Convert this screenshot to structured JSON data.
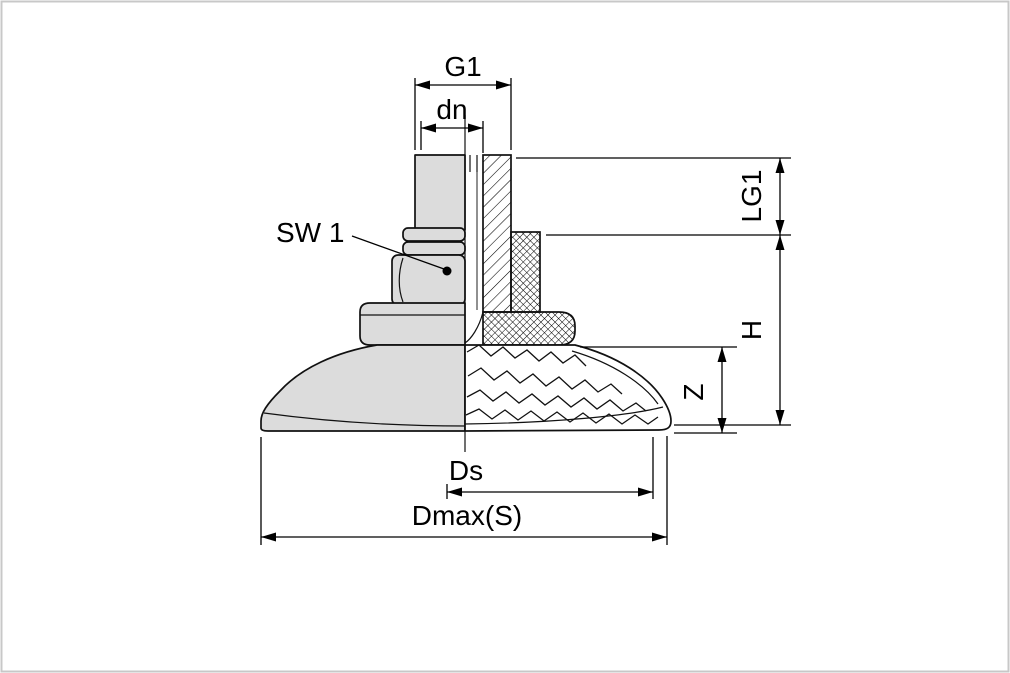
{
  "page": {
    "background": "#ffffff",
    "frame_color": "#c8c8c8"
  },
  "drawing": {
    "name": "suction-cup-half-section-technical-drawing",
    "body_fill": "#dcdcdc",
    "line_color": "#000000"
  },
  "dimensions": {
    "g1": {
      "label": "G1"
    },
    "dn": {
      "label": "dn"
    },
    "sw1": {
      "label": "SW 1"
    },
    "lg1": {
      "label": "LG1"
    },
    "h": {
      "label": "H"
    },
    "z": {
      "label": "Z"
    },
    "ds": {
      "label": "Ds"
    },
    "dmax": {
      "label": "Dmax(S)"
    }
  }
}
